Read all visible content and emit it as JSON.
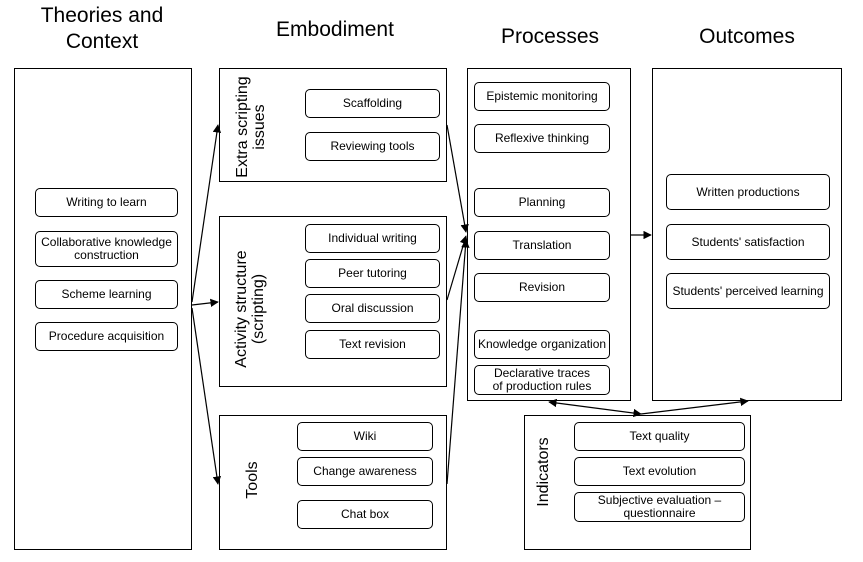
{
  "headings": {
    "theories": "Theories and\nContext",
    "embodiment": "Embodiment",
    "processes": "Processes",
    "outcomes": "Outcomes"
  },
  "theories_items": [
    "Writing to learn",
    "Collaborative knowledge\nconstruction",
    "Scheme learning",
    "Procedure acquisition"
  ],
  "embodiment": {
    "extra_scripting": {
      "label": "Extra scripting\nissues",
      "items": [
        "Scaffolding",
        "Reviewing tools"
      ]
    },
    "activity_structure": {
      "label": "Activity structure\n(scripting)",
      "items": [
        "Individual writing",
        "Peer tutoring",
        "Oral discussion",
        "Text revision"
      ]
    },
    "tools": {
      "label": "Tools",
      "items": [
        "Wiki",
        "Change awareness",
        "Chat box"
      ]
    }
  },
  "processes_items": [
    "Epistemic monitoring",
    "Reflexive thinking",
    "Planning",
    "Translation",
    "Revision",
    "Knowledge organization",
    "Declarative traces\nof production rules"
  ],
  "outcomes_items": [
    "Written productions",
    "Students' satisfaction",
    "Students' perceived learning"
  ],
  "indicators": {
    "label": "Indicators",
    "items": [
      "Text quality",
      "Text evolution",
      "Subjective evaluation –\nquestionnaire"
    ]
  }
}
